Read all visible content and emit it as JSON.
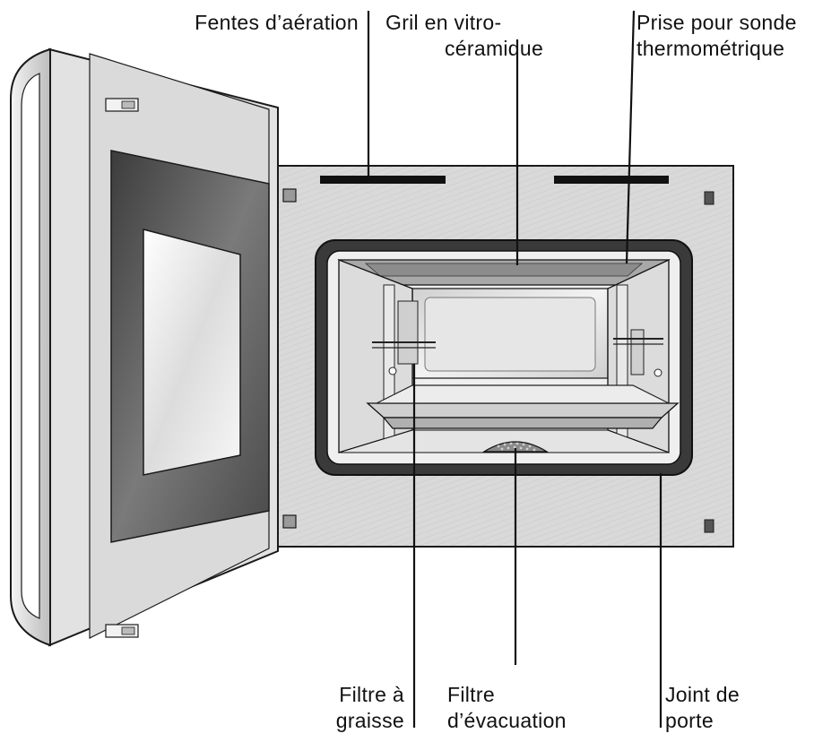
{
  "labels": {
    "vent_slots": "Fentes d’aération",
    "grill_line1": "Gril en vitro-",
    "grill_line2": "céramique",
    "probe_line1": "Prise pour sonde",
    "probe_line2": "thermométrique",
    "grease_line1": "Filtre à",
    "grease_line2": "graisse",
    "exhaust_line1": "Filtre",
    "exhaust_line2": "d’évacuation",
    "seal_line1": "Joint de",
    "seal_line2": "porte"
  },
  "colors": {
    "line": "#1a1a1a",
    "panel": "#cfcfcf",
    "cavity": "#ececec",
    "seal": "#3a3a3a",
    "door_frame": "#5a5a5a",
    "glass": "#f2f2f2"
  }
}
